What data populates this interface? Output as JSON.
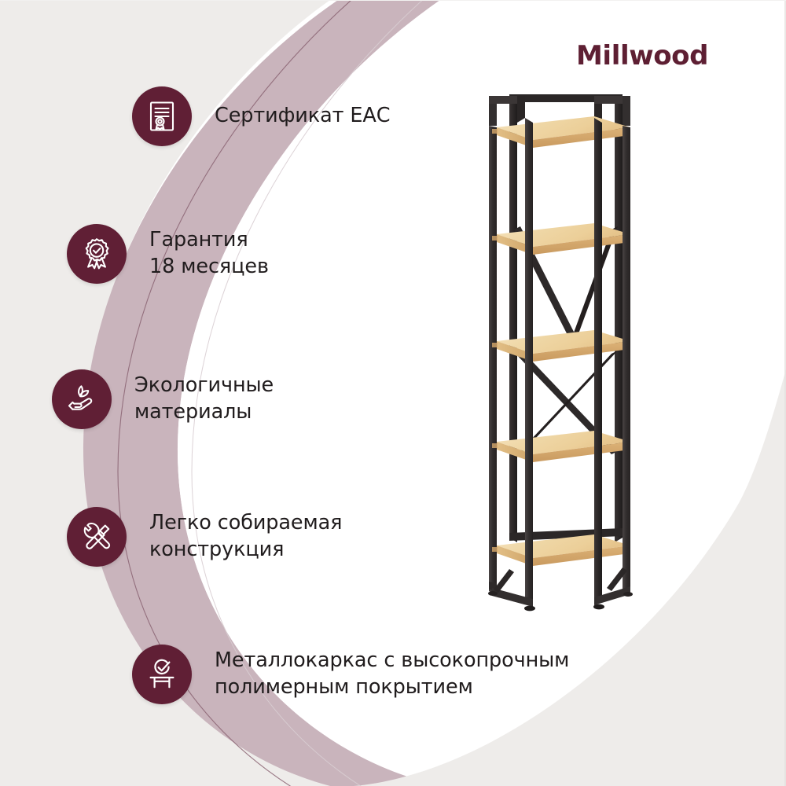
{
  "brand": {
    "name": "Millwood",
    "color": "#5e1f33"
  },
  "theme": {
    "background": "#ffffff",
    "panel_gray": "#eeecea",
    "arc_mauve": "#c9b4bc",
    "arc_line": "#8a6372",
    "icon_circle": "#601f35",
    "text": "#201c1d",
    "wood_light": "#f0d9ab",
    "wood_mid": "#e6c893",
    "wood_edge": "#d9b276",
    "metal_dark": "#2e2b2b",
    "metal_mid": "#3d3939",
    "metal_light": "#4d4747"
  },
  "features": [
    {
      "icon": "certificate-icon",
      "label": "Сертификат ЕАС"
    },
    {
      "icon": "award-medal-icon",
      "label": "Гарантия\n18 месяцев"
    },
    {
      "icon": "eco-leaf-hand-icon",
      "label": "Экологичные\nматериалы"
    },
    {
      "icon": "tools-wrench-hammer-icon",
      "label": "Легко собираемая\nконструкция"
    },
    {
      "icon": "table-check-icon",
      "label": "Металлокаркас с высокопрочным\nполимерным покрытием"
    }
  ],
  "product": {
    "name": "shelving-unit",
    "description": "Стеллаж: 5 деревянных полок, чёрный металлокаркас, перекрёстные связи",
    "shelf_count": 5,
    "cross_brace_count": 2
  }
}
